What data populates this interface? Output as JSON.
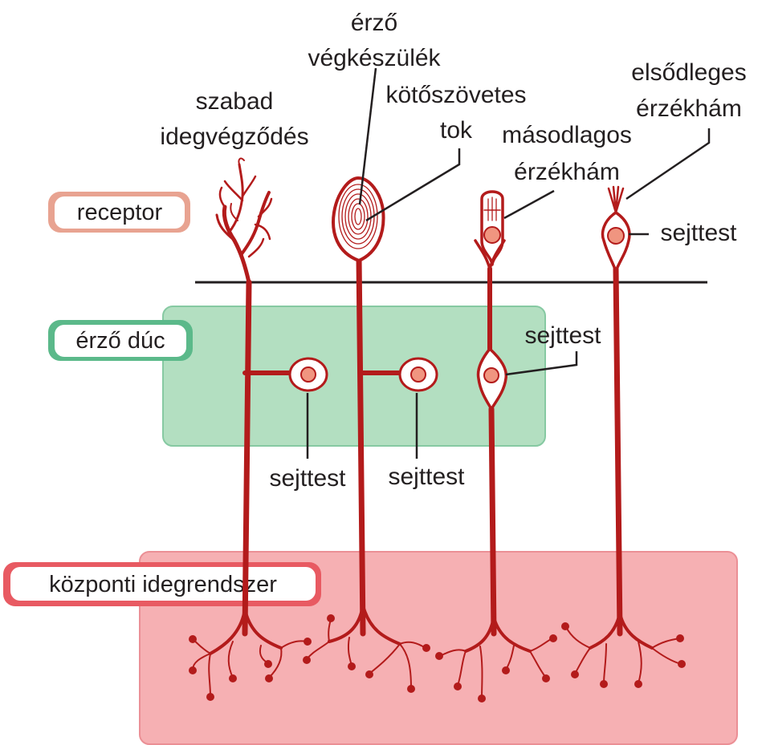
{
  "zones": {
    "receptor": {
      "label": "receptor",
      "border": "#e8a391"
    },
    "ganglion": {
      "label": "érző dúc",
      "border": "#5bb98a",
      "fill": "#b3dfc1"
    },
    "cns": {
      "label": "központi idegrendszer",
      "border": "#e85a62",
      "fill": "#f6b0b3"
    }
  },
  "labels": {
    "free_ending": [
      "szabad",
      "idegvégződés"
    ],
    "sensory_corpuscle": [
      "érző",
      "végkészülék"
    ],
    "capsule": [
      "kötőszövetes",
      "tok"
    ],
    "secondary_epithelium": [
      "másodlagos",
      "érzékhám"
    ],
    "primary_epithelium": [
      "elsődleges",
      "érzékhám"
    ],
    "cell_body_primary": "sejttest",
    "cell_body_secondary": "sejttest",
    "cell_body_1": "sejttest",
    "cell_body_2": "sejttest"
  },
  "colors": {
    "neuron": "#b31b1b",
    "soma_fill": "#ffffff",
    "nucleus": "#f09580",
    "text": "#231f20"
  }
}
